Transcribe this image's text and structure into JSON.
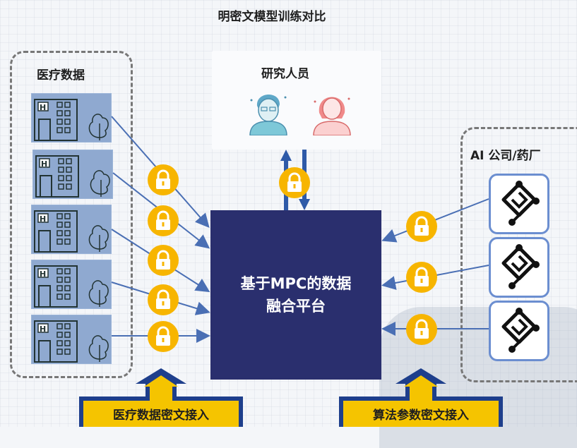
{
  "title": "明密文模型训练对比",
  "researchers": {
    "label": "研究人员"
  },
  "medical": {
    "label": "医疗数据"
  },
  "platform": {
    "label": "基于MPC的数据融合平台"
  },
  "ai": {
    "label": "AI 公司/药厂"
  },
  "bottom": {
    "left_label": "医疗数据密文接入",
    "right_label": "算法参数密文接入"
  },
  "colors": {
    "platform": "#2a2f6e",
    "lock": "#f7b500",
    "arrow": "#4a6fb4",
    "bottom_arrow": "#f5c400",
    "hospital_bg": "#8fa9d0"
  },
  "icons": [
    "hospital-icon",
    "lock-icon",
    "researcher-male-icon",
    "researcher-female-icon",
    "algorithm-node-icon"
  ]
}
